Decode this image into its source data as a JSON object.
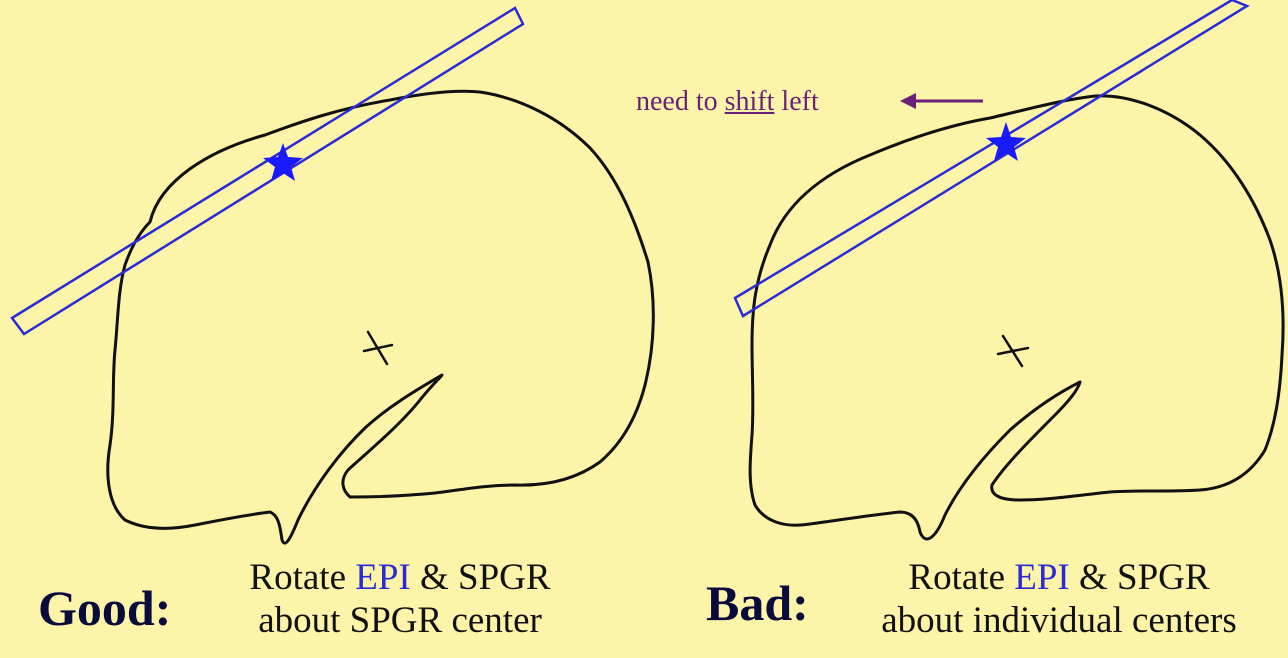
{
  "good_panel": {
    "heading": "Good:",
    "caption_line1_a": "Rotate ",
    "caption_line1_epi": "EPI",
    "caption_line1_b": " & SPGR",
    "caption_line2": "about SPGR center"
  },
  "bad_panel": {
    "heading": "Bad:",
    "caption_line1_a": "Rotate ",
    "caption_line1_epi": "EPI",
    "caption_line1_b": " & SPGR",
    "caption_line2": "about individual centers",
    "note_prefix": "need to ",
    "note_underlined": "shift",
    "note_suffix": " left"
  },
  "colors": {
    "background": "#fcf4a9",
    "slab_outline": "#2b2bd6",
    "star": "#1a1aff",
    "brain_outline": "#111111",
    "note_text": "#6b1f7a",
    "heading_text": "#0a0a3c"
  },
  "icons": {
    "slice_marker": "star-icon",
    "rotation_center": "crosshair-icon",
    "direction": "arrow-left-icon"
  }
}
